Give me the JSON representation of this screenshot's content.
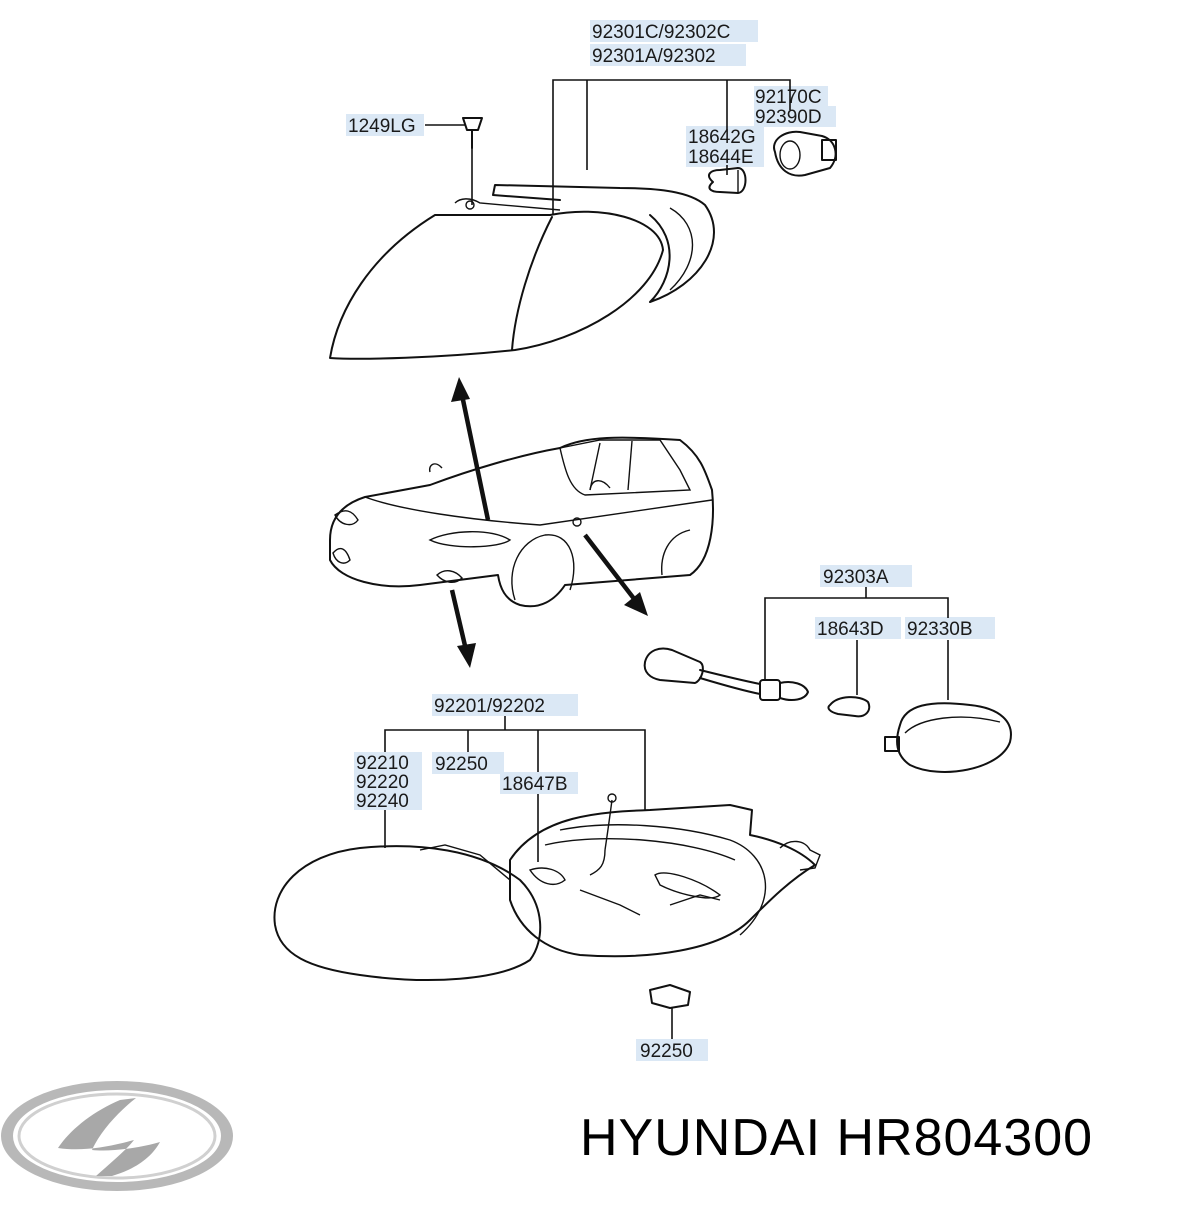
{
  "labels": {
    "front_lamp_top": "92301C/92302C",
    "front_lamp_bottom": "92301A/92302",
    "screw": "1249LG",
    "socket_a": "92170C",
    "socket_b": "92390D",
    "bulb_a": "18642G",
    "bulb_b": "18644E",
    "side_lamp_assy": "92303A",
    "side_bulb": "18643D",
    "side_lens": "92330B",
    "head_lamp_assy": "92201/92202",
    "head_lens_1": "92210",
    "head_lens_2": "92220",
    "head_lens_3": "92240",
    "head_bracket": "92250",
    "head_bulb": "18647B",
    "bottom_clip": "92250"
  },
  "caption": {
    "text": "HYUNDAI HR804300"
  },
  "logo": {
    "brand": "hyundai-logo"
  }
}
